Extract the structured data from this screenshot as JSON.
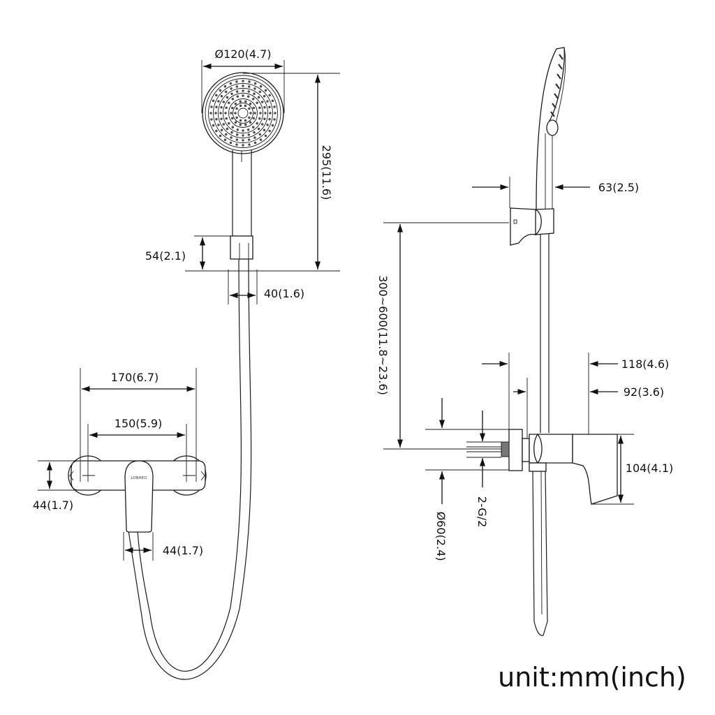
{
  "drawing": {
    "type": "technical dimension drawing",
    "subject": "wall-mounted shower mixer with hand shower, slide holder and hose",
    "brand_mark": "LONHEO",
    "unit_note": "unit:mm(inch)"
  },
  "front_view": {
    "dimensions": {
      "head_diameter": "Ø120(4.7)",
      "total_height": "295(11.6)",
      "holder_height": "54(2.1)",
      "holder_width": "40(1.6)",
      "mixer_width_outer": "170(6.7)",
      "mixer_centers": "150(5.9)",
      "mixer_body_height": "44(1.7)",
      "handle_width": "44(1.7)"
    }
  },
  "side_view": {
    "dimensions": {
      "holder_depth": "63(2.5)",
      "holder_to_inlet_height": "300~600(11.8~23.6)",
      "mixer_depth_total": "118(4.6)",
      "mixer_depth_body": "92(3.6)",
      "mixer_height": "104(4.1)",
      "thread": "2-G/2",
      "escutcheon_diameter": "Ø60(2.4)"
    }
  }
}
